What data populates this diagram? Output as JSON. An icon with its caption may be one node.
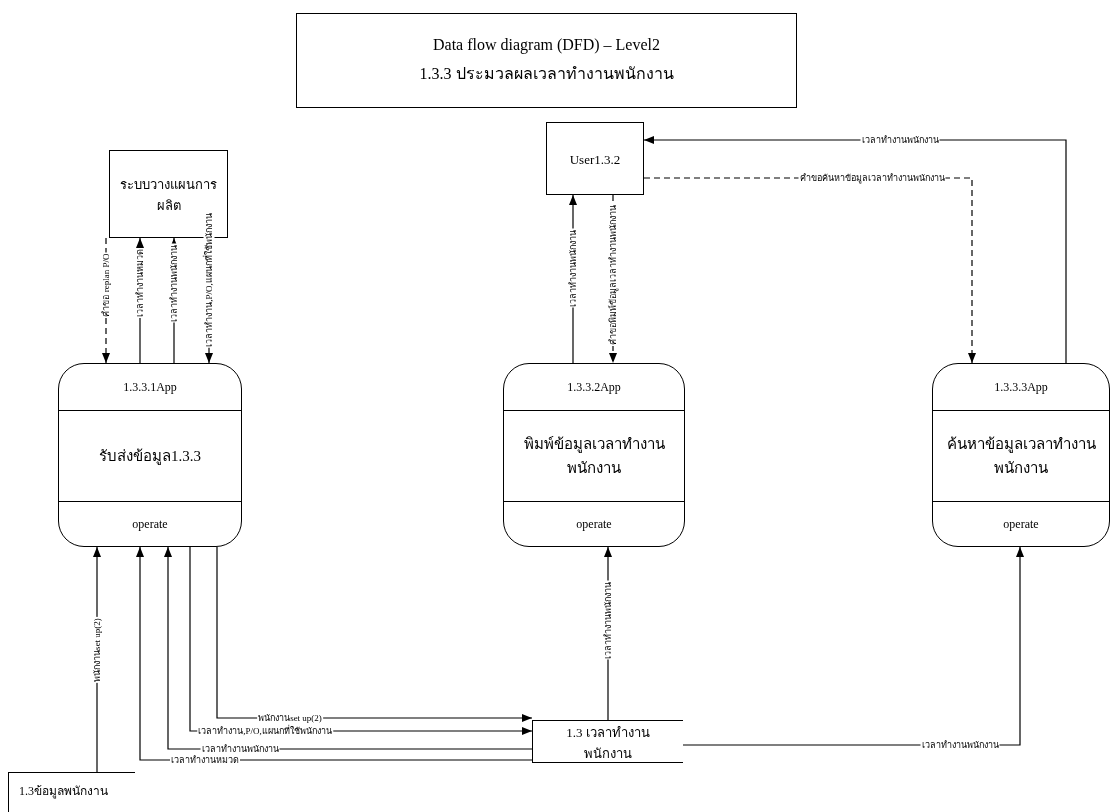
{
  "diagram": {
    "nodes": [
      {
        "text": [
          "Data flow diagram (DFD) – Level2",
          "1.3.3 ประมวลผลเวลาทำงานพนักงาน"
        ]
      },
      {
        "text": [
          "ระบบวางแผนการผลิต"
        ]
      },
      {
        "text": [
          "User1.3.2"
        ]
      },
      {
        "text": [
          "1.3.3.1App",
          "รับส่งข้อมูล1.3.3",
          "operate"
        ]
      },
      {
        "text": [
          "1.3.3.2App",
          "พิมพ์ข้อมูลเวลาทำงานพนักงาน",
          "operate"
        ]
      },
      {
        "text": [
          "1.3.3.3App",
          "ค้นหาข้อมูลเวลาทำงานพนักงาน",
          "operate"
        ]
      },
      {
        "text": [
          "1.3 เวลาทำงานพนักงาน"
        ]
      },
      {
        "text": [
          "1.3ข้อมูลพนักงาน"
        ]
      }
    ],
    "edges": [
      {
        "from": 1,
        "to": 3,
        "arrow": "to",
        "style": "dashed",
        "label": "คำขอ replan P/O"
      },
      {
        "from": 3,
        "to": 1,
        "arrow": "to",
        "label": "เวลาทำงานหมวด"
      },
      {
        "from": 3,
        "to": 1,
        "arrow": "to",
        "label": "เวลาทำงานพนักงาน"
      },
      {
        "from": 1,
        "to": 3,
        "arrow": "to",
        "label": "เวลาทำงาน,P/O,แผนกที่ใช้พนักงาน"
      },
      {
        "from": 4,
        "to": 2,
        "arrow": "to",
        "label": "เวลาทำงานพนักงาน"
      },
      {
        "from": 2,
        "to": 4,
        "arrow": "to",
        "style": "dashed",
        "label": "คำขอพิมพ์ข้อมูลเวลาทำงานพนักงาน"
      },
      {
        "from": 5,
        "to": 2,
        "arrow": "to",
        "label": "เวลาทำงานพนักงาน"
      },
      {
        "from": 2,
        "to": 5,
        "arrow": "to",
        "style": "dashed",
        "label": "คำขอค้นหาข้อมูลเวลาทำงานพนักงาน"
      },
      {
        "from": 7,
        "to": 3,
        "arrow": "to",
        "label": "พนักงานset up(2)"
      },
      {
        "from": 3,
        "to": 6,
        "arrow": "to",
        "label": "พนักงานset up(2)"
      },
      {
        "from": 3,
        "to": 6,
        "arrow": "to",
        "label": "เวลาทำงาน,P/O,แผนกที่ใช้พนักงาน"
      },
      {
        "from": 6,
        "to": 3,
        "arrow": "to",
        "label": "เวลาทำงานพนักงาน"
      },
      {
        "from": 6,
        "to": 3,
        "arrow": "to",
        "label": "เวลาทำงานหมวด"
      },
      {
        "from": 6,
        "to": 4,
        "arrow": "to",
        "label": "เวลาทำงานพนักงาน"
      },
      {
        "from": 6,
        "to": 5,
        "arrow": "to",
        "label": "เวลาทำงานพนักงาน"
      }
    ]
  }
}
